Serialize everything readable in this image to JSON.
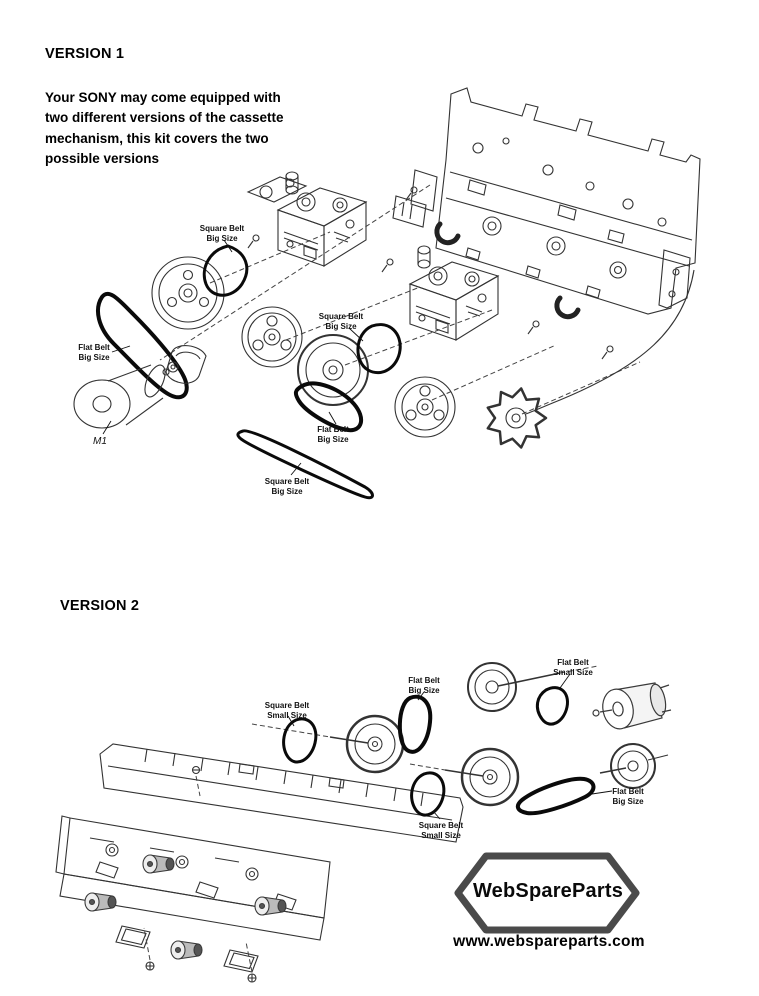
{
  "version1": {
    "heading": "VERSION 1",
    "intro_lines": [
      "Your SONY may come equipped with",
      "two different versions of the cassette",
      "mechanism, this kit covers the two",
      "possible versions"
    ],
    "labels": {
      "square_belt_big_top": {
        "line1": "Square Belt",
        "line2": "Big Size"
      },
      "flat_belt_big_left": {
        "line1": "Flat Belt",
        "line2": "Big Size"
      },
      "motor": "M1",
      "square_belt_big_mid": {
        "line1": "Square Belt",
        "line2": "Big Size"
      },
      "flat_belt_big_mid": {
        "line1": "Flat Belt",
        "line2": "Big Size"
      },
      "square_belt_big_bottom": {
        "line1": "Square Belt",
        "line2": "Big Size"
      }
    }
  },
  "version2": {
    "heading": "VERSION 2",
    "labels": {
      "square_belt_small_top": {
        "line1": "Square Belt",
        "line2": "Small Size"
      },
      "flat_belt_big_top": {
        "line1": "Flat Belt",
        "line2": "Big Size"
      },
      "flat_belt_small": {
        "line1": "Flat Belt",
        "line2": "Small Size"
      },
      "square_belt_small_bottom": {
        "line1": "Square Belt",
        "line2": "Small Size"
      },
      "flat_belt_big_right": {
        "line1": "Flat Belt",
        "line2": "Big Size"
      }
    }
  },
  "branding": {
    "logo_text": "WebSpareParts",
    "website": "www.webspareparts.com"
  }
}
